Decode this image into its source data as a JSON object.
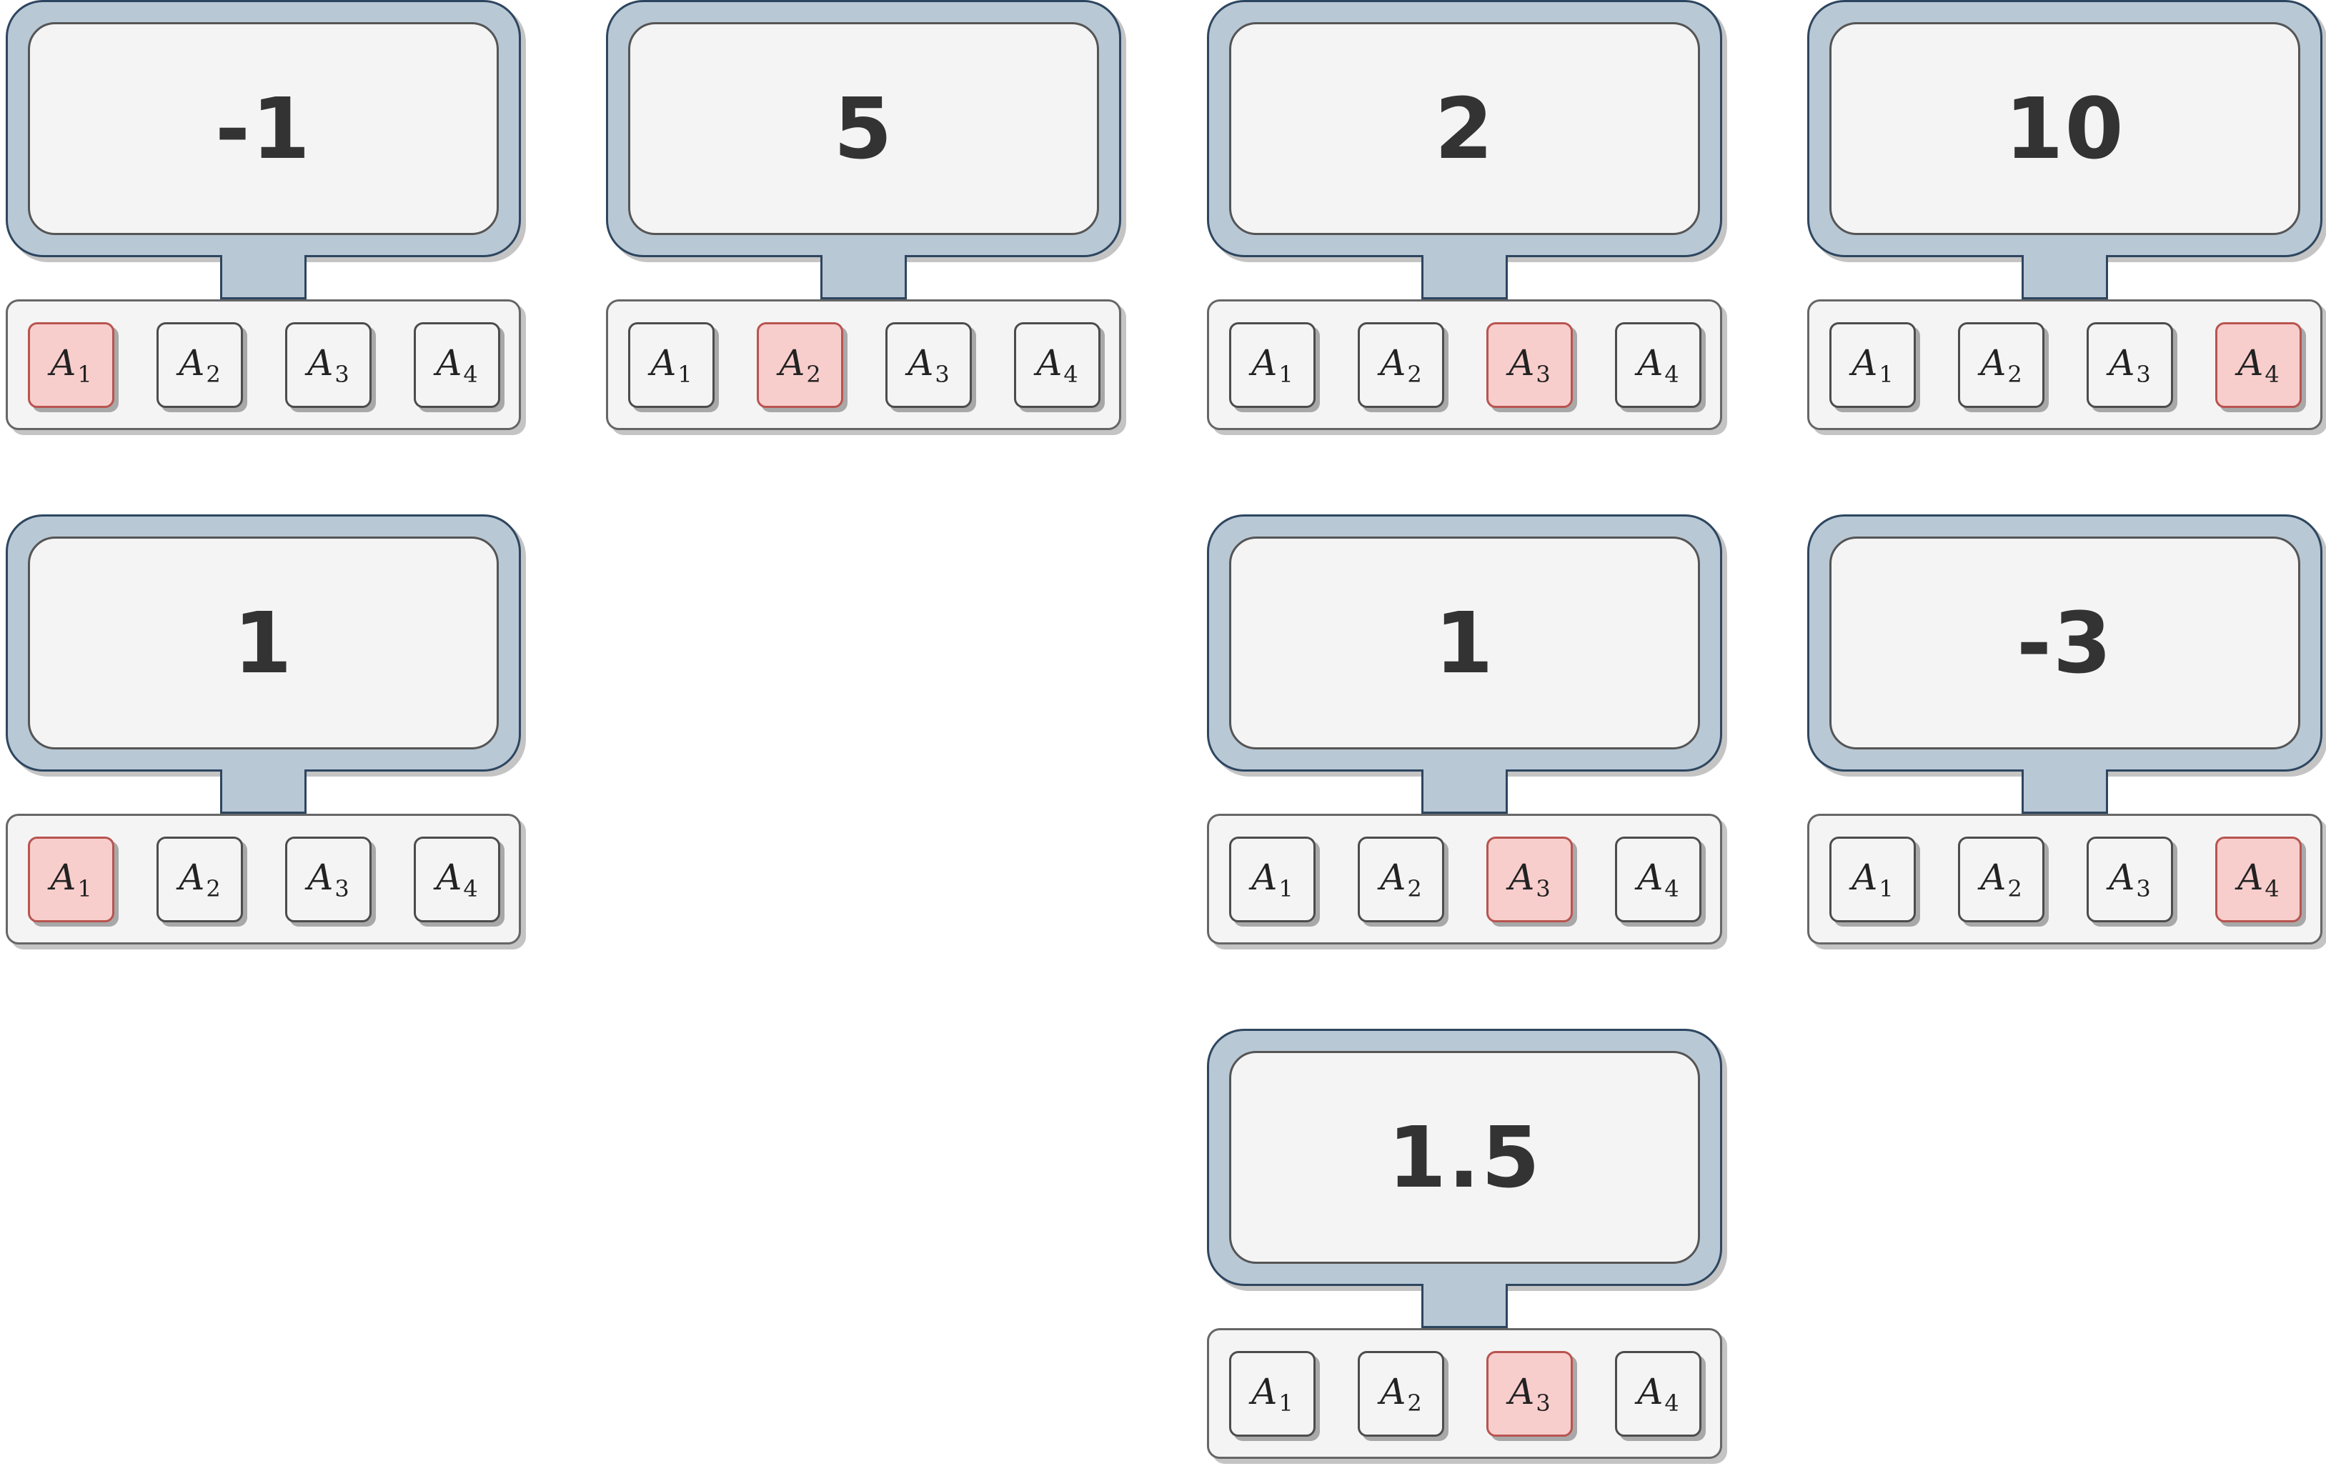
{
  "units": [
    {
      "value": "-1",
      "selected": 0,
      "keys": [
        {
          "letter": "A",
          "index": "1"
        },
        {
          "letter": "A",
          "index": "2"
        },
        {
          "letter": "A",
          "index": "3"
        },
        {
          "letter": "A",
          "index": "4"
        }
      ]
    },
    {
      "value": "5",
      "selected": 1,
      "keys": [
        {
          "letter": "A",
          "index": "1"
        },
        {
          "letter": "A",
          "index": "2"
        },
        {
          "letter": "A",
          "index": "3"
        },
        {
          "letter": "A",
          "index": "4"
        }
      ]
    },
    {
      "value": "2",
      "selected": 2,
      "keys": [
        {
          "letter": "A",
          "index": "1"
        },
        {
          "letter": "A",
          "index": "2"
        },
        {
          "letter": "A",
          "index": "3"
        },
        {
          "letter": "A",
          "index": "4"
        }
      ]
    },
    {
      "value": "10",
      "selected": 3,
      "keys": [
        {
          "letter": "A",
          "index": "1"
        },
        {
          "letter": "A",
          "index": "2"
        },
        {
          "letter": "A",
          "index": "3"
        },
        {
          "letter": "A",
          "index": "4"
        }
      ]
    },
    {
      "value": "1",
      "selected": 0,
      "keys": [
        {
          "letter": "A",
          "index": "1"
        },
        {
          "letter": "A",
          "index": "2"
        },
        {
          "letter": "A",
          "index": "3"
        },
        {
          "letter": "A",
          "index": "4"
        }
      ]
    },
    {
      "value": "1",
      "selected": 2,
      "keys": [
        {
          "letter": "A",
          "index": "1"
        },
        {
          "letter": "A",
          "index": "2"
        },
        {
          "letter": "A",
          "index": "3"
        },
        {
          "letter": "A",
          "index": "4"
        }
      ]
    },
    {
      "value": "-3",
      "selected": 3,
      "keys": [
        {
          "letter": "A",
          "index": "1"
        },
        {
          "letter": "A",
          "index": "2"
        },
        {
          "letter": "A",
          "index": "3"
        },
        {
          "letter": "A",
          "index": "4"
        }
      ]
    },
    {
      "value": "1.5",
      "selected": 2,
      "keys": [
        {
          "letter": "A",
          "index": "1"
        },
        {
          "letter": "A",
          "index": "2"
        },
        {
          "letter": "A",
          "index": "3"
        },
        {
          "letter": "A",
          "index": "4"
        }
      ]
    }
  ],
  "colors": {
    "monitor_frame": "#b9c8d5",
    "monitor_border": "#2d4660",
    "screen_bg": "#f4f4f4",
    "selected_key_fill": "#f8cecc",
    "selected_key_border": "#b85450"
  }
}
